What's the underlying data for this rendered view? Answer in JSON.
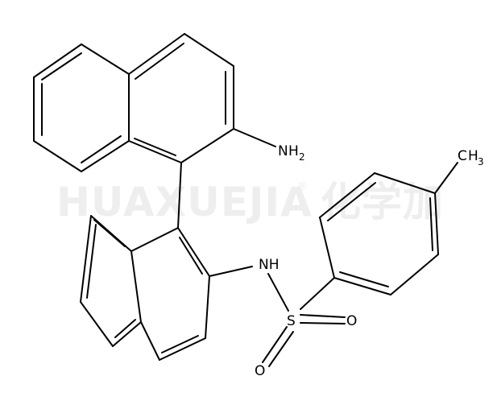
{
  "molecule": {
    "labels": {
      "amine_N": "N",
      "amine_H": "H",
      "amine_sub": "2",
      "methyl_C": "C",
      "methyl_H": "H",
      "methyl_sub": "3",
      "nh_label": "NH",
      "sulfur": "S",
      "oxygen_right": "O",
      "oxygen_bottom": "O"
    }
  },
  "watermark": {
    "latin": "HUAXUEJIA",
    "registered": "®",
    "chinese": "化学加"
  },
  "colors": {
    "bond": "#000000",
    "watermark": "#eeeeee",
    "background": "#ffffff"
  }
}
